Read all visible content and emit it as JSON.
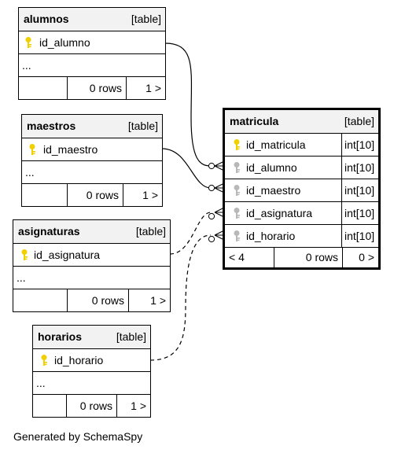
{
  "tables": {
    "alumnos": {
      "name": "alumnos",
      "kind": "[table]",
      "columns": [
        "id_alumno"
      ],
      "ellipsis": "...",
      "rows": "0 rows",
      "children": "1 >"
    },
    "maestros": {
      "name": "maestros",
      "kind": "[table]",
      "columns": [
        "id_maestro"
      ],
      "ellipsis": "...",
      "rows": "0 rows",
      "children": "1 >"
    },
    "asignaturas": {
      "name": "asignaturas",
      "kind": "[table]",
      "columns": [
        "id_asignatura"
      ],
      "ellipsis": "...",
      "rows": "0 rows",
      "children": "1 >"
    },
    "horarios": {
      "name": "horarios",
      "kind": "[table]",
      "columns": [
        "id_horario"
      ],
      "ellipsis": "...",
      "rows": "0 rows",
      "children": "1 >"
    },
    "matricula": {
      "name": "matricula",
      "kind": "[table]",
      "columns": [
        {
          "name": "id_matricula",
          "type": "int[10]",
          "key": "primary"
        },
        {
          "name": "id_alumno",
          "type": "int[10]",
          "key": "foreign"
        },
        {
          "name": "id_maestro",
          "type": "int[10]",
          "key": "foreign"
        },
        {
          "name": "id_asignatura",
          "type": "int[10]",
          "key": "foreign"
        },
        {
          "name": "id_horario",
          "type": "int[10]",
          "key": "foreign"
        }
      ],
      "parents": "< 4",
      "rows": "0 rows",
      "children": "0 >"
    }
  },
  "colors": {
    "primary_key": "#f0d000",
    "foreign_key": "#b8b8b8",
    "header_bg": "#f2f2f2"
  },
  "footer": {
    "generated_by": "Generated by SchemaSpy"
  }
}
